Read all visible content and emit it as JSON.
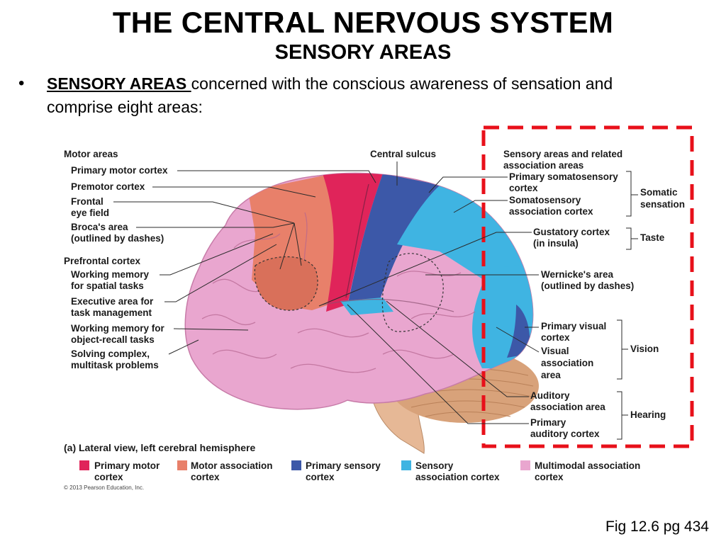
{
  "slide": {
    "title": "THE CENTRAL NERVOUS SYSTEM",
    "subtitle": "SENSORY AREAS",
    "bullet_term": "SENSORY AREAS ",
    "bullet_rest_line1": "concerned with the conscious awareness of sensation and",
    "bullet_rest_line2": "comprise eight areas:",
    "figure_ref": "Fig 12.6 pg 434"
  },
  "figure": {
    "motor_header": "Motor areas",
    "motor_labels": [
      "Primary motor cortex",
      "Premotor cortex",
      "Frontal",
      "eye field",
      "Broca's area",
      "(outlined by dashes)"
    ],
    "prefrontal_header": "Prefrontal cortex",
    "prefrontal_labels": [
      "Working memory",
      "for spatial tasks",
      "Executive area for",
      "task management",
      "Working memory for",
      "object-recall tasks",
      "Solving complex,",
      "multitask problems"
    ],
    "central_sulcus": "Central sulcus",
    "sensory_header_1": "Sensory areas and related",
    "sensory_header_2": "association areas",
    "sensory_labels": [
      "Primary somatosensory",
      "cortex",
      "Somatosensory",
      "association cortex",
      "Gustatory cortex",
      "(in insula)",
      "Wernicke's area",
      "(outlined by dashes)",
      "Primary visual",
      "cortex",
      "Visual",
      "association",
      "area",
      "Auditory",
      "association area",
      "Primary",
      "auditory cortex"
    ],
    "groups": [
      "Somatic",
      "sensation",
      "Taste",
      "Vision",
      "Hearing"
    ],
    "caption": "(a) Lateral view, left cerebral hemisphere",
    "copyright": "© 2013 Pearson Education, Inc.",
    "legend": [
      {
        "color": "#e0245a",
        "line1": "Primary motor",
        "line2": "cortex"
      },
      {
        "color": "#e8806a",
        "line1": "Motor association",
        "line2": "cortex"
      },
      {
        "color": "#3c58a8",
        "line1": "Primary sensory",
        "line2": "cortex"
      },
      {
        "color": "#3fb4e2",
        "line1": "Sensory",
        "line2": "association cortex"
      },
      {
        "color": "#e9a6cf",
        "line1": "Multimodal association",
        "line2": "cortex"
      }
    ],
    "highlight_color": "#e8101a"
  }
}
